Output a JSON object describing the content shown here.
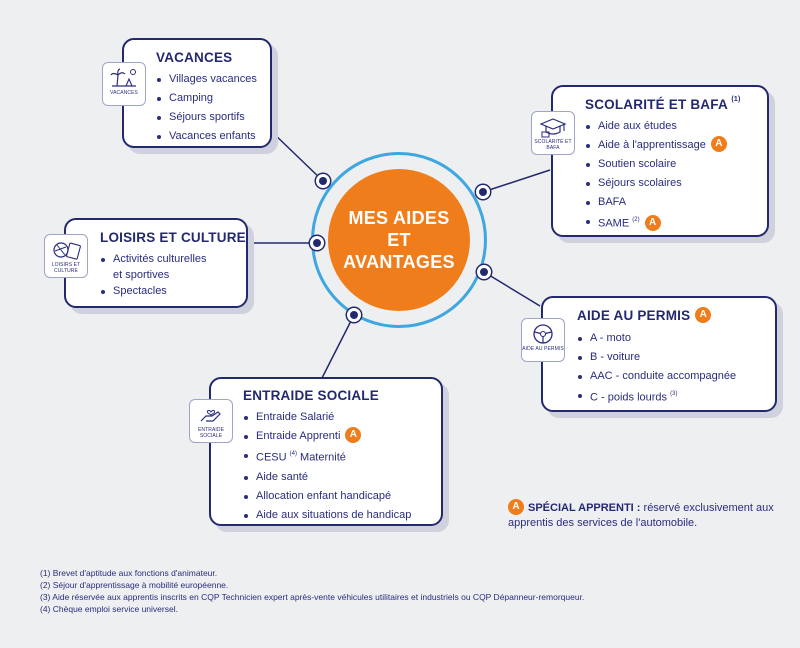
{
  "hub": {
    "line1": "MES AIDES",
    "line2": "ET",
    "line3": "AVANTAGES"
  },
  "badge_letter": "A",
  "colors": {
    "navy": "#23296e",
    "orange": "#ef7d1b",
    "blue_ring": "#3fa7e0",
    "background": "#eeeff1"
  },
  "vacances": {
    "icon": "beach-palm-icon",
    "icon_caption": "VACANCES",
    "title": "VACANCES",
    "items": [
      "Villages vacances",
      "Camping",
      "Séjours sportifs",
      "Vacances enfants"
    ]
  },
  "scolarite": {
    "icon": "graduation-cap-icon",
    "icon_caption": "SCOLARITÉ ET BAFA",
    "title": "SCOLARITÉ ET BAFA",
    "title_note": "(1)",
    "items": [
      "Aide aux études",
      "Aide à l'apprentissage",
      "Soutien scolaire",
      "Séjours scolaires",
      "BAFA",
      "SAME"
    ],
    "same_note": "(2)"
  },
  "loisirs": {
    "icon": "ball-ticket-icon",
    "icon_caption": "LOISIRS ET CULTURE",
    "title": "LOISIRS ET CULTURE",
    "items": [
      "Activités culturelles",
      "et sportives",
      "Spectacles"
    ]
  },
  "permis": {
    "icon": "steering-wheel-icon",
    "icon_caption": "AIDE AU PERMIS",
    "title": "AIDE AU PERMIS",
    "items": [
      "A - moto",
      "B - voiture",
      "AAC - conduite accompagnée",
      "C - poids lourds"
    ],
    "c_note": "(3)"
  },
  "entraide": {
    "icon": "helping-hand-icon",
    "icon_caption": "ENTRAIDE SOCIALE",
    "title": "ENTRAIDE SOCIALE",
    "items": [
      "Entraide Salarié",
      "Entraide Apprenti",
      "CESU",
      "Maternité",
      "Aide santé",
      "Allocation enfant handicapé",
      "Aide aux situations de handicap"
    ],
    "cesu_note": "(4)"
  },
  "special": {
    "label": "SPÉCIAL APPRENTI :",
    "text": "réservé exclusivement aux apprentis des services de l'automobile."
  },
  "footnotes": [
    "(1) Brevet d'aptitude aux fonctions d'animateur.",
    "(2) Séjour d'apprentissage à mobilité européenne.",
    "(3) Aide réservée aux apprentis inscrits en CQP Technicien expert après-vente véhicules utilitaires et industriels ou CQP Dépanneur-remorqueur.",
    "(4) Chèque emploi service universel."
  ]
}
